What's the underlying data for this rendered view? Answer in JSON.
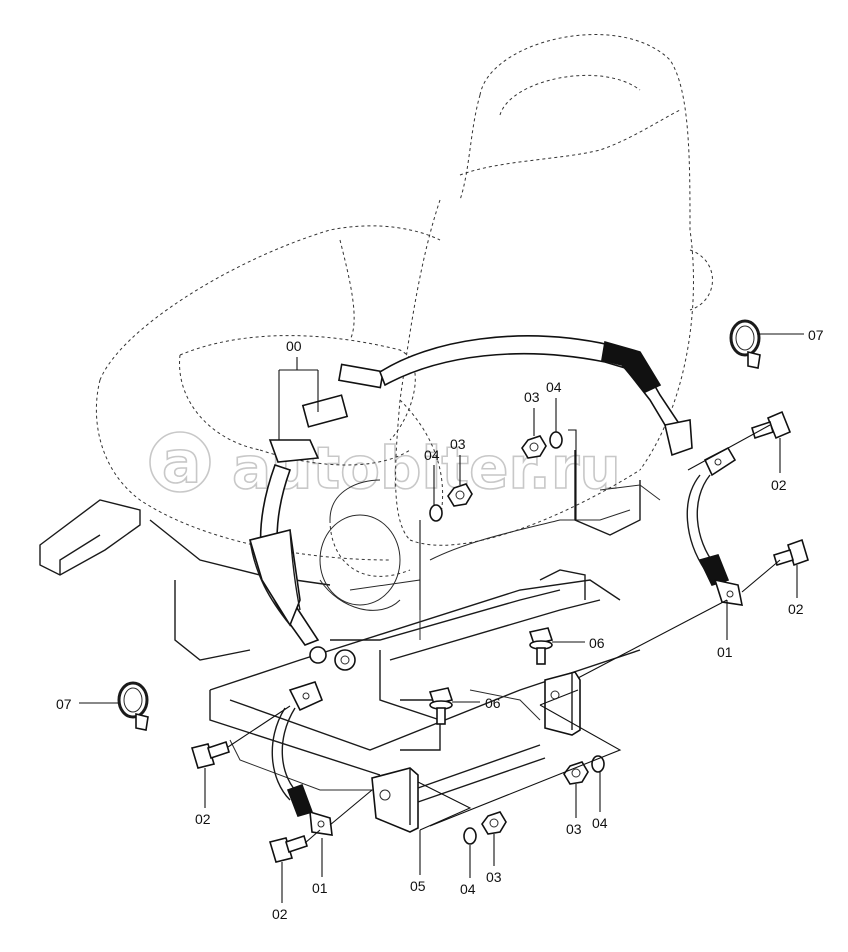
{
  "watermark": "autobiter.ru",
  "labels": {
    "l00": "00",
    "l01a": "01",
    "l01b": "01",
    "l02a": "02",
    "l02b": "02",
    "l02c": "02",
    "l02d": "02",
    "l03a": "03",
    "l03b": "03",
    "l03c": "03",
    "l03d": "03",
    "l04a": "04",
    "l04b": "04",
    "l04c": "04",
    "l04d": "04",
    "l05": "05",
    "l06a": "06",
    "l06b": "06",
    "l07a": "07",
    "l07b": "07"
  }
}
